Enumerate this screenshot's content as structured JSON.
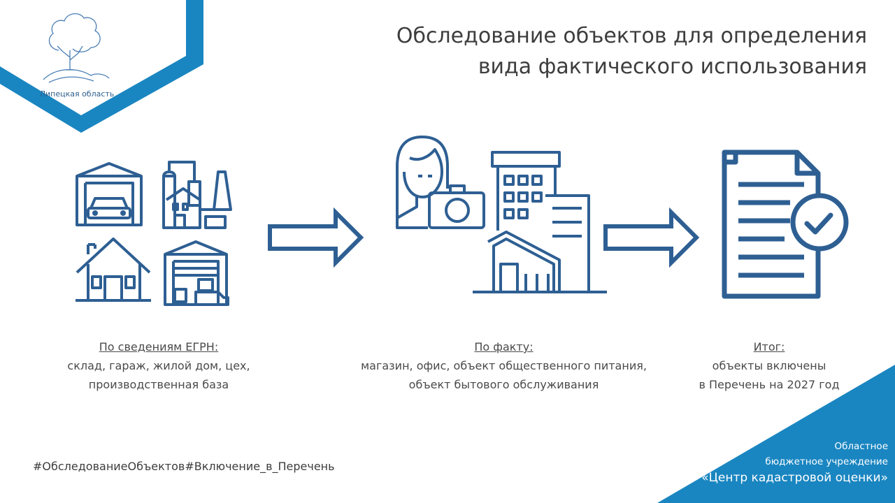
{
  "colors": {
    "icon": "#2e5f93",
    "accent": "#1a86c1",
    "text": "#3d3d3d"
  },
  "logo": {
    "caption": "Липецкая область",
    "icon": "tree-icon"
  },
  "title": {
    "line1": "Обследование объектов для определения",
    "line2": "вида фактического использования"
  },
  "steps": [
    {
      "icons": [
        "garage-icon",
        "factory-icon",
        "house-icon",
        "warehouse-icon"
      ],
      "heading": "По сведениям ЕГРН:",
      "line1": "склад, гараж, жилой дом, цех,",
      "line2": "производственная база"
    },
    {
      "icons": [
        "inspector-with-camera-icon",
        "commercial-buildings-icon"
      ],
      "heading": "По факту:",
      "line1": "магазин, офис, объект общественного питания,",
      "line2": "объект бытового обслуживания"
    },
    {
      "icons": [
        "approved-document-icon"
      ],
      "heading": "Итог:",
      "line1": "объекты включены",
      "line2": "в Перечень на 2027 год"
    }
  ],
  "hashtags": "#ОбследованиеОбъектов#Включение_в_Перечень",
  "organization": {
    "line1": "Областное",
    "line2": "бюджетное учреждение",
    "line3": "«Центр кадастровой оценки»"
  }
}
